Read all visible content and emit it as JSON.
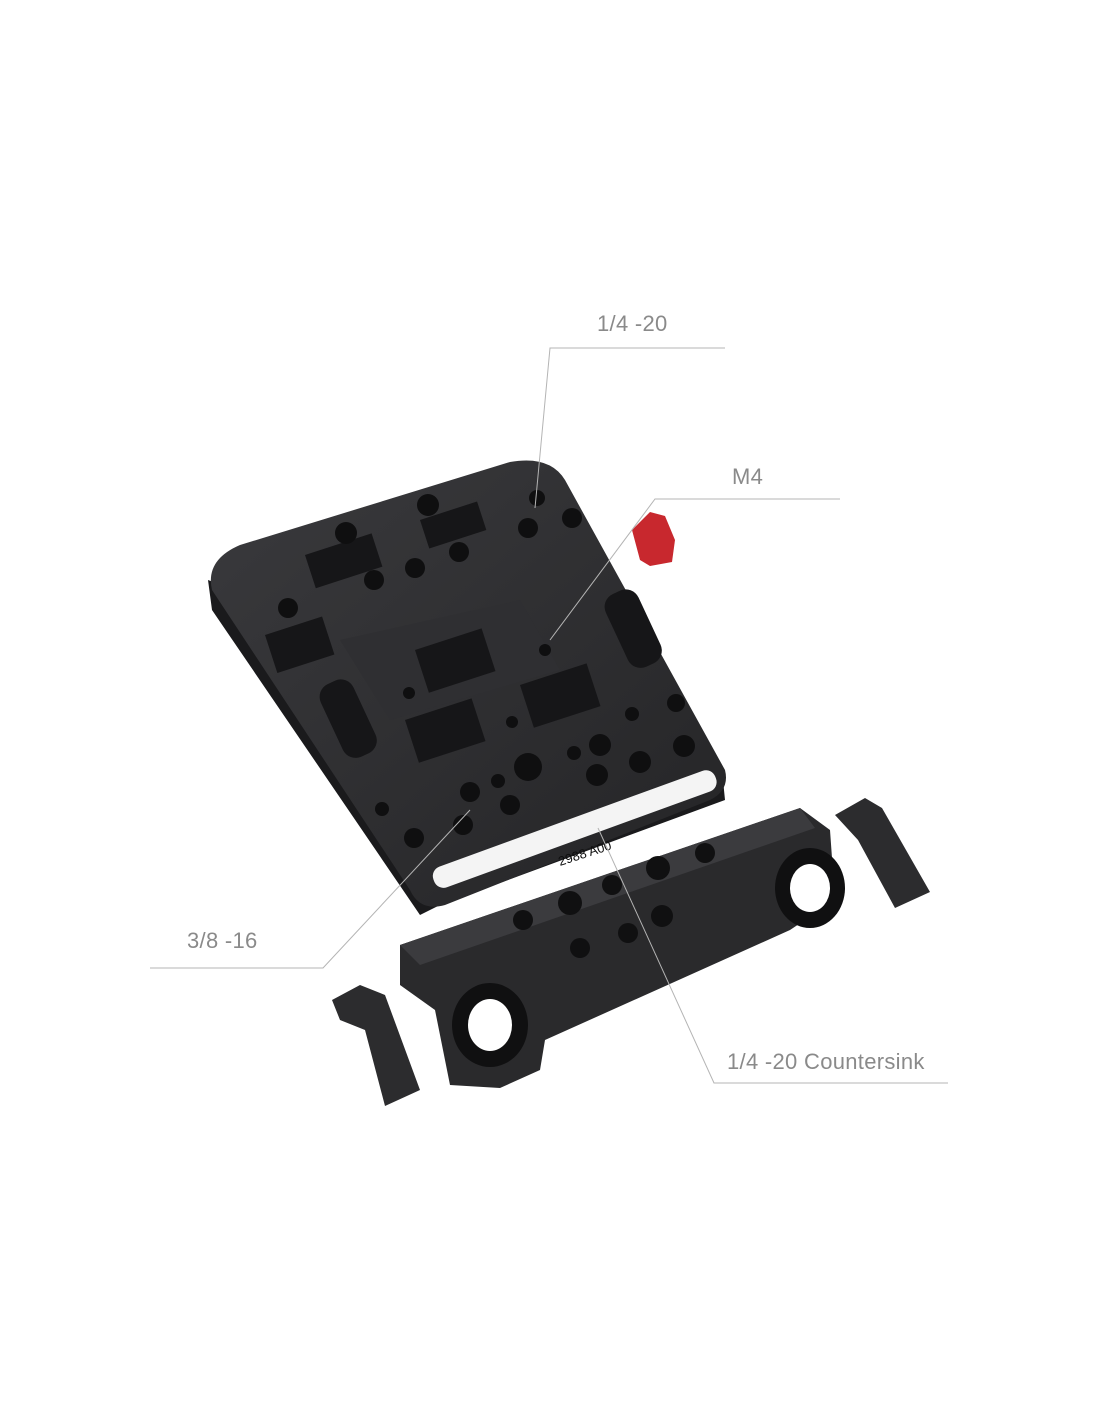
{
  "product": {
    "engraving": "2988 A00",
    "body_color": "#2b2b2d",
    "accent_color": "#c8282e"
  },
  "callouts": [
    {
      "id": "quarter-20-top",
      "label": "1/4 -20"
    },
    {
      "id": "m4",
      "label": "M4"
    },
    {
      "id": "three-eighths-16",
      "label": "3/8 -16"
    },
    {
      "id": "quarter-20-countersink",
      "label": "1/4 -20 Countersink"
    }
  ]
}
